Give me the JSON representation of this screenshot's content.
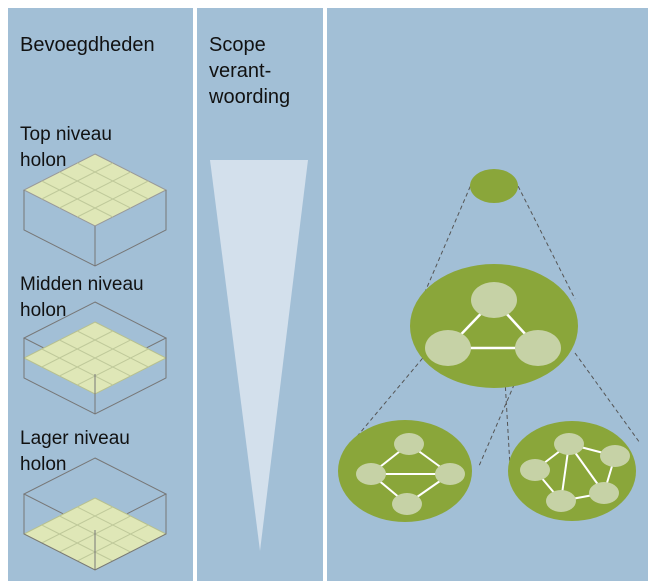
{
  "columns": {
    "authority": {
      "heading": "Bevoegdheden"
    },
    "scope": {
      "heading": "Scope\nverant-\nwoording"
    }
  },
  "holon_levels": [
    {
      "label": "Top niveau\nholon",
      "grid_position": "top"
    },
    {
      "label": "Midden niveau\nholon",
      "grid_position": "middle"
    },
    {
      "label": "Lager niveau\nholon",
      "grid_position": "bottom"
    }
  ],
  "colors": {
    "panel": "#a2bfd6",
    "holon_outer": "#8aa63a",
    "holon_inner": "#c6d2a6",
    "grid_fill": "#dfe7b7",
    "funnel": "#d3e0ec",
    "dashes": "#555555"
  }
}
